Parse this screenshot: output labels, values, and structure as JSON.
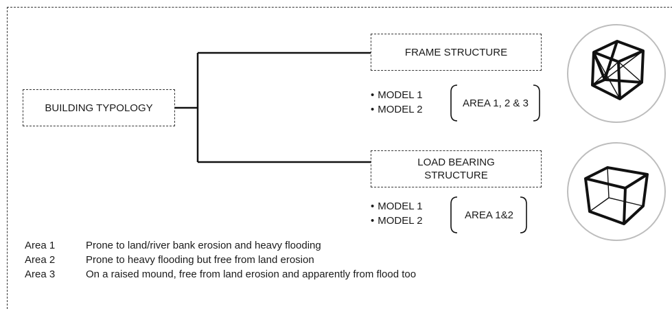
{
  "root": {
    "label": "BUILDING TYPOLOGY"
  },
  "branches": [
    {
      "title": "FRAME STRUCTURE",
      "models": [
        "MODEL 1",
        "MODEL 2"
      ],
      "areas": "AREA 1, 2 & 3",
      "icon": "frame-cube-icon"
    },
    {
      "title": "LOAD BEARING STRUCTURE",
      "models": [
        "MODEL 1",
        "MODEL 2"
      ],
      "areas": "AREA 1&2",
      "icon": "box-structure-icon"
    }
  ],
  "legend": [
    {
      "code": "Area 1",
      "text": "Prone to land/river bank erosion and heavy flooding"
    },
    {
      "code": "Area 2",
      "text": "Prone to heavy flooding but free from land erosion"
    },
    {
      "code": "Area 3",
      "text": "On a raised mound, free from land erosion and apparently from flood too"
    }
  ]
}
